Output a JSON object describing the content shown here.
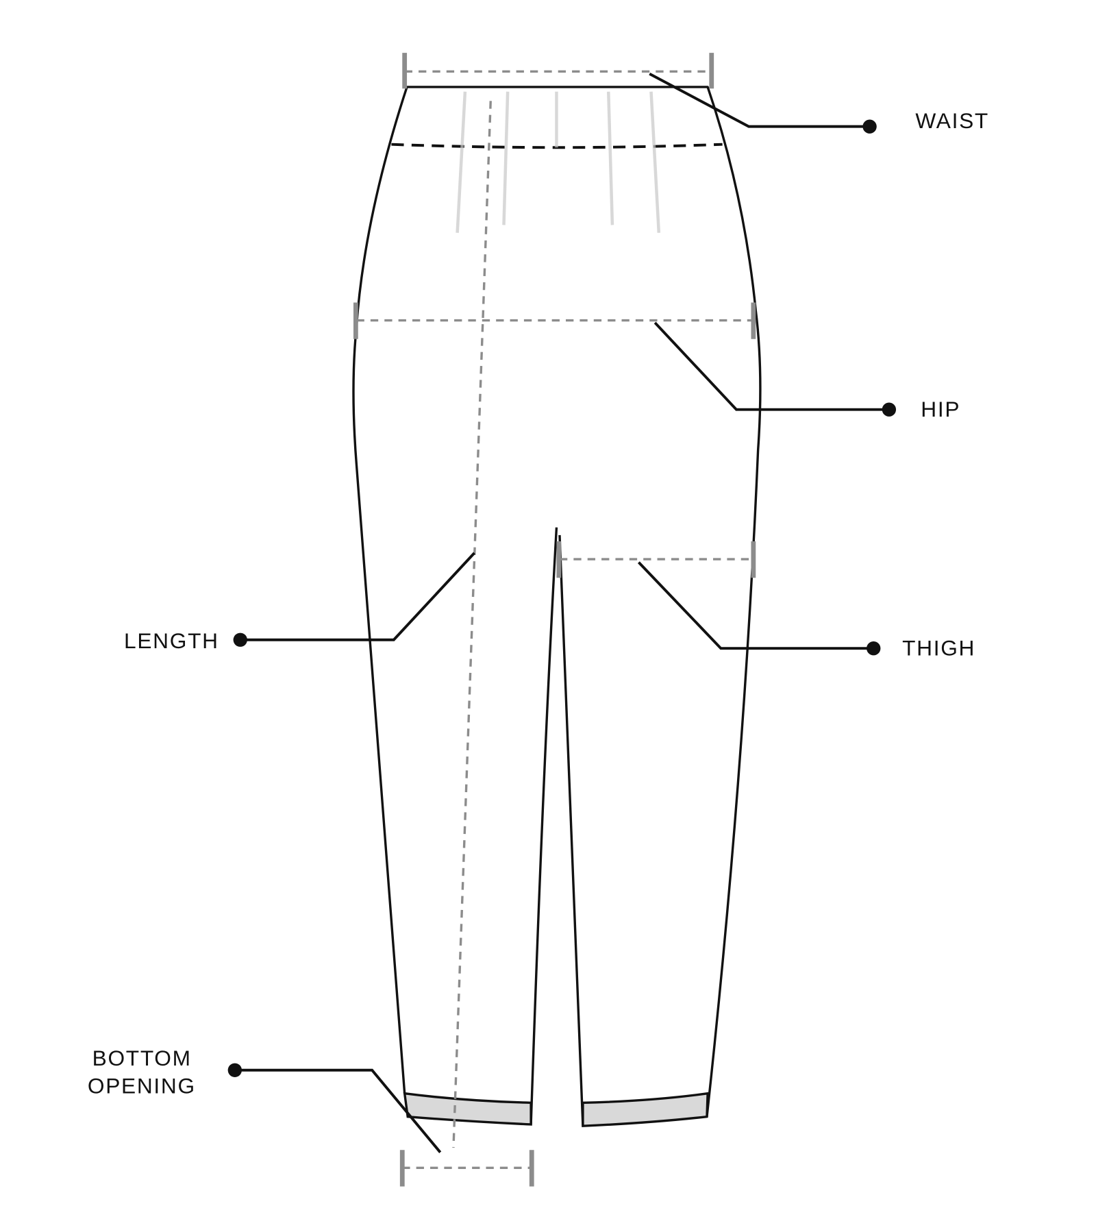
{
  "diagram": {
    "title": "Pants size measurement guide",
    "labels": {
      "waist": "WAIST",
      "hip": "HIP",
      "thigh": "THIGH",
      "length": "LENGTH",
      "bottom_opening_line1": "BOTTOM",
      "bottom_opening_line2": "OPENING"
    },
    "colors": {
      "outline": "#111111",
      "measure_line": "#8c8c8c",
      "cuff_fill": "#d9d9d9"
    }
  }
}
